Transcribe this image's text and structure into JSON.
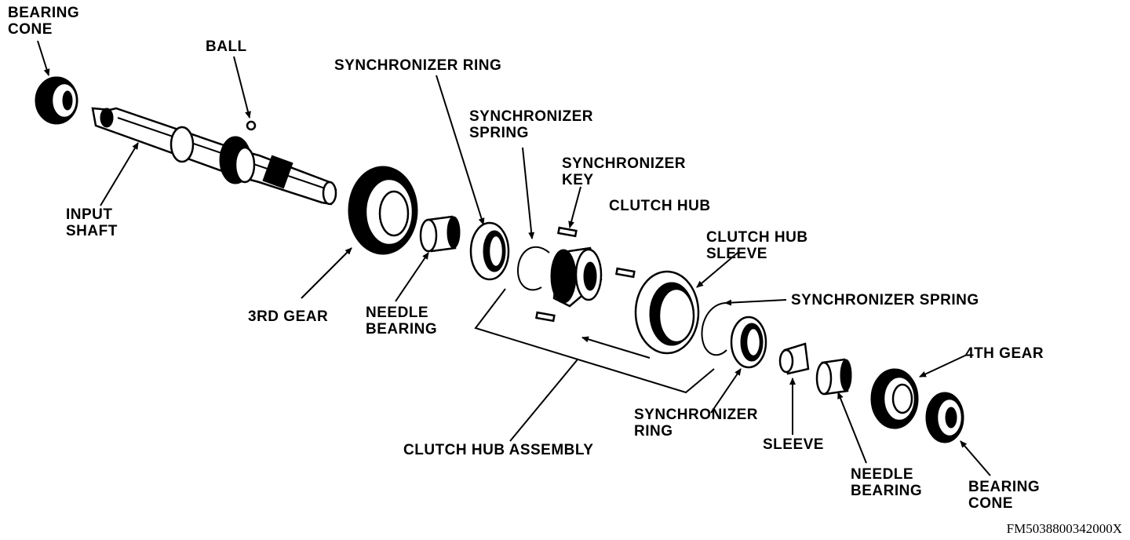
{
  "labels": {
    "bearing_cone_left": [
      "BEARING",
      "CONE"
    ],
    "ball": [
      "BALL"
    ],
    "input_shaft": [
      "INPUT",
      "SHAFT"
    ],
    "synchronizer_ring_top": [
      "SYNCHRONIZER RING"
    ],
    "synchronizer_spring_top": [
      "SYNCHRONIZER",
      "SPRING"
    ],
    "synchronizer_key": [
      "SYNCHRONIZER",
      "KEY"
    ],
    "clutch_hub": [
      "CLUTCH HUB"
    ],
    "clutch_hub_sleeve": [
      "CLUTCH HUB",
      "SLEEVE"
    ],
    "synchronizer_spring_right": [
      "SYNCHRONIZER  SPRING"
    ],
    "third_gear": [
      "3RD GEAR"
    ],
    "needle_bearing_left": [
      "NEEDLE",
      "BEARING"
    ],
    "fourth_gear": [
      "4TH GEAR"
    ],
    "synchronizer_ring_bottom": [
      "SYNCHRONIZER",
      "RING"
    ],
    "sleeve": [
      "SLEEVE"
    ],
    "needle_bearing_right": [
      "NEEDLE",
      "BEARING"
    ],
    "bearing_cone_right": [
      "BEARING",
      "CONE"
    ],
    "clutch_hub_assembly": [
      "CLUTCH HUB ASSEMBLY"
    ]
  },
  "figure_id": "FM5038800342000X"
}
